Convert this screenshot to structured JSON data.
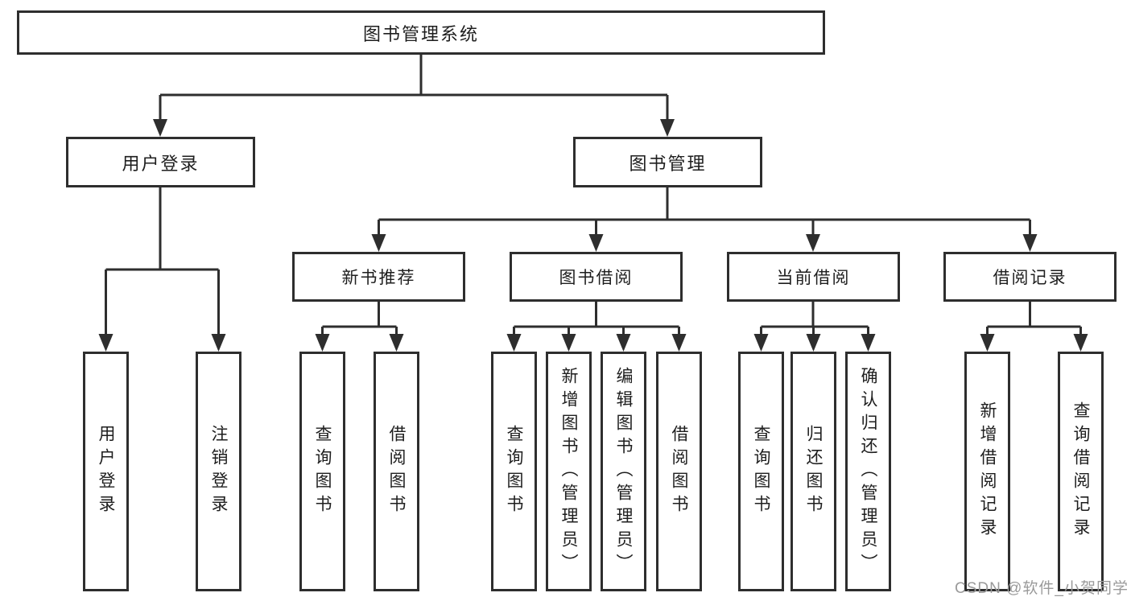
{
  "title": {
    "label": "图书管理系统"
  },
  "level2": {
    "user_login": "用户登录",
    "book_management": "图书管理"
  },
  "level3": {
    "new_books": "新书推荐",
    "book_borrow": "图书借阅",
    "current_borrow": "当前借阅",
    "borrow_records": "借阅记录"
  },
  "leaves": {
    "user_login": [
      "用户登录",
      "注销登录"
    ],
    "new_books": [
      "查询图书",
      "借阅图书"
    ],
    "book_borrow": [
      "查询图书",
      "新增图书（管理员）",
      "编辑图书（管理员）",
      "借阅图书"
    ],
    "current_borrow": [
      "查询图书",
      "归还图书",
      "确认归还（管理员）"
    ],
    "borrow_records": [
      "新增借阅记录",
      "查询借阅记录"
    ]
  },
  "watermark": "CSDN @软件_小贺同学",
  "colors": {
    "line": "#2e2e2e",
    "text": "#1e1e1e",
    "watermark": "#9a9a9a",
    "background": "#ffffff"
  }
}
